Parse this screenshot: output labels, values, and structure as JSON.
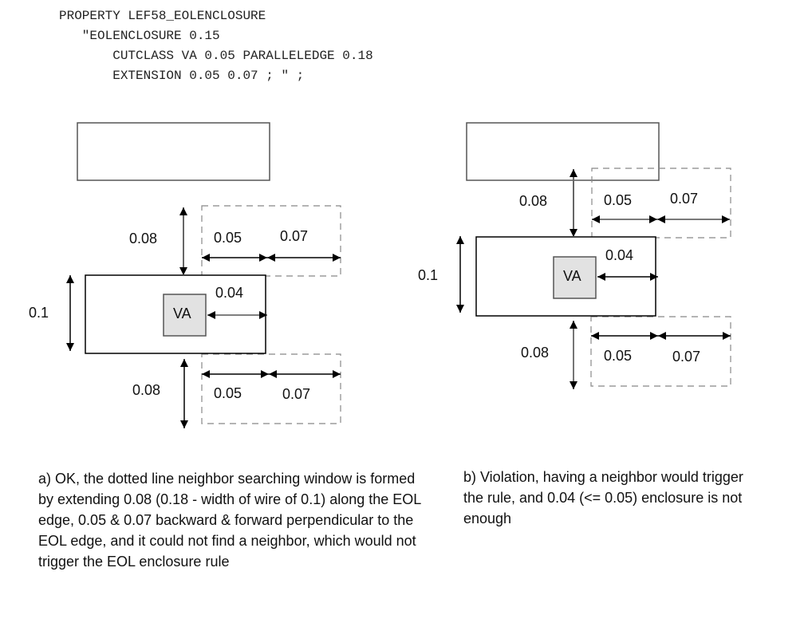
{
  "code_block": {
    "lines": [
      "PROPERTY LEF58_EOLENCLOSURE",
      "   \"EOLENCLOSURE 0.15",
      "       CUTCLASS VA 0.05 PARALLELEDGE 0.18",
      "       EXTENSION 0.05 0.07 ; \" ;"
    ]
  },
  "colors": {
    "stroke": "#000000",
    "gray_stroke": "#777777",
    "dashed": "#888888",
    "via_fill": "#e2e2e2"
  },
  "diagram_a": {
    "top_gap": "0.08",
    "bottom_gap": "0.08",
    "width_label": "0.1",
    "via_label": "VA",
    "enclosure": "0.04",
    "ext_back_top": "0.05",
    "ext_fwd_top": "0.07",
    "ext_back_bottom": "0.05",
    "ext_fwd_bottom": "0.07"
  },
  "diagram_b": {
    "top_gap": "0.08",
    "bottom_gap": "0.08",
    "width_label": "0.1",
    "via_label": "VA",
    "enclosure": "0.04",
    "ext_back_top": "0.05",
    "ext_fwd_top": "0.07",
    "ext_back_bottom": "0.05",
    "ext_fwd_bottom": "0.07"
  },
  "captions": {
    "a": "a)  OK, the dotted line neighbor searching window is formed by extending 0.08 (0.18 - width of wire of 0.1) along the EOL edge, 0.05 & 0.07 backward & forward perpendicular to the EOL edge, and it could not find a neighbor, which would not trigger the EOL enclosure rule",
    "b": "b) Violation, having a neighbor would trigger the rule, and 0.04 (<= 0.05) enclosure is not enough"
  }
}
